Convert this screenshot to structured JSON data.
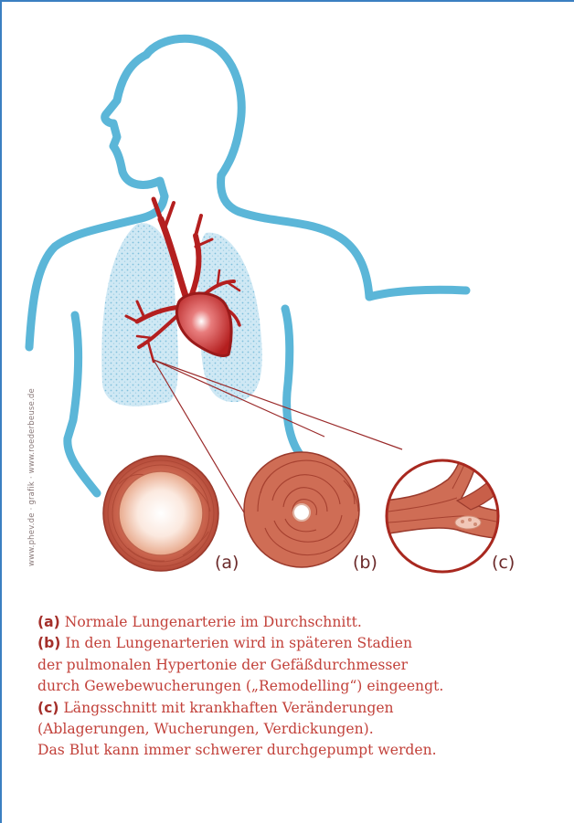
{
  "credit": "www.phev.de · grafik · www.roederbeuse.de",
  "panels": [
    {
      "label": "(a)"
    },
    {
      "label": "(b)"
    },
    {
      "label": "(c)"
    }
  ],
  "caption": [
    {
      "tag": "(a)",
      "text": " Normale Lungenarterie im Durchschnitt."
    },
    {
      "tag": "(b)",
      "text": " In den Lungenarterien wird in späteren Stadien"
    },
    {
      "tag": "",
      "text": "der pulmonalen Hypertonie der Gefäßdurchmesser"
    },
    {
      "tag": "",
      "text": "durch Gewebewucherungen („Remodelling“) eingeengt."
    },
    {
      "tag": "(c)",
      "text": " Längsschnitt mit krankhaften Veränderungen"
    },
    {
      "tag": "",
      "text": "(Ablagerungen, Wucherungen, Verdickungen)."
    },
    {
      "tag": "",
      "text": "Das Blut kann immer schwerer durchgepumpt werden."
    }
  ],
  "colors": {
    "body_outline": "#5bb6d8",
    "lung": "#bfe0f1",
    "artery": "#b41f1f",
    "vessel_wall": "#c9503a",
    "caption_text": "#c2413a"
  }
}
